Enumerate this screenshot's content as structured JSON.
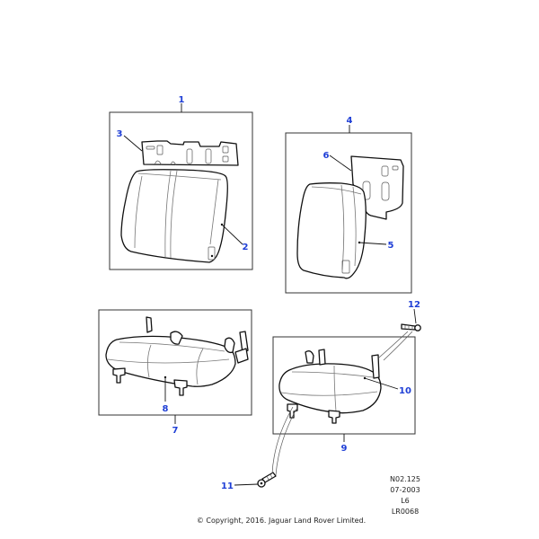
{
  "callouts": {
    "c1": "1",
    "c2": "2",
    "c3": "3",
    "c4": "4",
    "c5": "5",
    "c6": "6",
    "c7": "7",
    "c8": "8",
    "c9": "9",
    "c10": "10",
    "c11": "11",
    "c12": "12"
  },
  "reference": {
    "line1": "N02.125",
    "line2": "07-2003",
    "line3": "L6",
    "line4": "LR0068"
  },
  "copyright": "© Copyright, 2016. Jaguar Land Rover Limited.",
  "colors": {
    "callout": "#1f3fd6",
    "line": "#111111",
    "background": "#ffffff"
  }
}
